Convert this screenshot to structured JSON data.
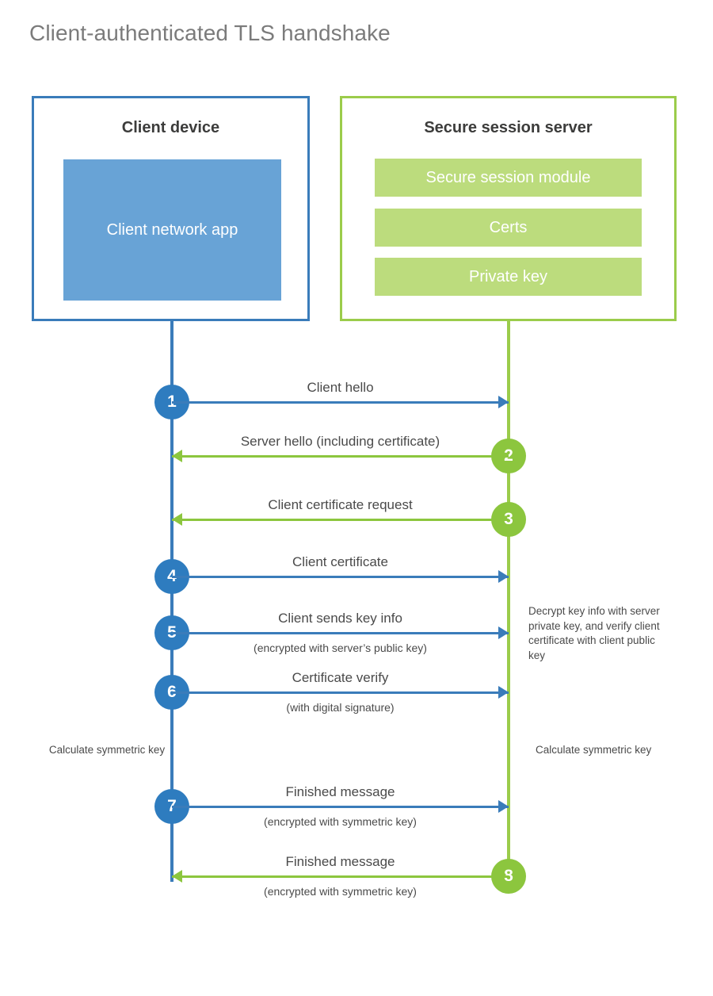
{
  "title": "Client-authenticated TLS handshake",
  "colors": {
    "client_blue": "#3a7cba",
    "client_circle_blue": "#2e7cbf",
    "client_app_blue": "#68a3d6",
    "server_green": "#9bcc4b",
    "server_circle_green": "#8cc63e",
    "server_bar_green": "#bcdc7d",
    "text_gray": "#4a4a4a",
    "title_gray": "#7b7b7b"
  },
  "participants": {
    "client": {
      "title": "Client device",
      "app_label": "Client network app"
    },
    "server": {
      "title": "Secure session server",
      "bars": [
        "Secure session module",
        "Certs",
        "Private key"
      ]
    }
  },
  "steps": [
    {
      "number": "1",
      "side": "client",
      "direction": "right",
      "label": "Client hello",
      "sublabel": ""
    },
    {
      "number": "2",
      "side": "server",
      "direction": "left",
      "label": "Server hello (including certificate)",
      "sublabel": ""
    },
    {
      "number": "3",
      "side": "server",
      "direction": "left",
      "label": "Client certificate request",
      "sublabel": ""
    },
    {
      "number": "4",
      "side": "client",
      "direction": "right",
      "label": "Client certificate",
      "sublabel": ""
    },
    {
      "number": "5",
      "side": "client",
      "direction": "right",
      "label": "Client sends key info",
      "sublabel": "(encrypted with server’s public key)"
    },
    {
      "number": "6",
      "side": "client",
      "direction": "right",
      "label": "Certificate verify",
      "sublabel": "(with digital signature)"
    },
    {
      "number": "7",
      "side": "client",
      "direction": "right",
      "label": "Finished message",
      "sublabel": "(encrypted with symmetric key)"
    },
    {
      "number": "8",
      "side": "server",
      "direction": "left",
      "label": "Finished message",
      "sublabel": "(encrypted with symmetric key)"
    }
  ],
  "notes": {
    "server_decrypt": "Decrypt key info with server private key, and verify client certificate with client public key",
    "client_symmetric_key": "Calculate symmetric key",
    "server_symmetric_key": "Calculate symmetric key"
  }
}
